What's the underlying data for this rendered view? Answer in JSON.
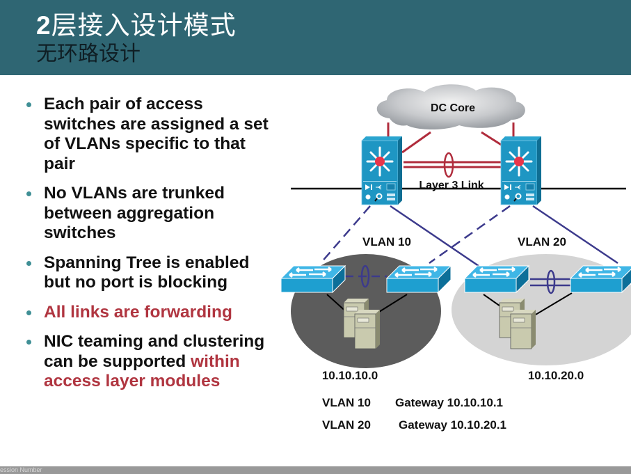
{
  "header": {
    "title_prefix": "2",
    "title_rest": "层接入设计模式",
    "subtitle": "无环路设计"
  },
  "bullets": [
    {
      "text": "Each pair of access switches are assigned a set of VLANs specific to that pair",
      "highlight": ""
    },
    {
      "text": "No VLANs are trunked between aggregation switches",
      "highlight": ""
    },
    {
      "text": "Spanning Tree is enabled but no port is blocking",
      "highlight": ""
    },
    {
      "text": "",
      "highlight": "All links are forwarding"
    },
    {
      "text": "NIC teaming and clustering can be supported ",
      "highlight": "within access layer modules"
    }
  ],
  "diagram": {
    "core_label": "DC Core",
    "l3_link_label": "Layer 3 Link",
    "vlan10_label": "VLAN 10",
    "vlan20_label": "VLAN 20",
    "subnet10": "10.10.10.0",
    "subnet20": "10.10.20.0",
    "gateways": [
      {
        "vlan": "VLAN 10",
        "gateway": "Gateway 10.10.10.1"
      },
      {
        "vlan": "VLAN 20",
        "gateway": "Gateway 10.10.20.1"
      }
    ]
  },
  "colors": {
    "header_bg": "#2f6673",
    "highlight_red": "#b03540",
    "switch_blue": "#1e9fd0",
    "core_link_red": "#b02c3c",
    "access_link_purple": "#3c3a8c"
  },
  "footer": {
    "text": "ession Number"
  }
}
